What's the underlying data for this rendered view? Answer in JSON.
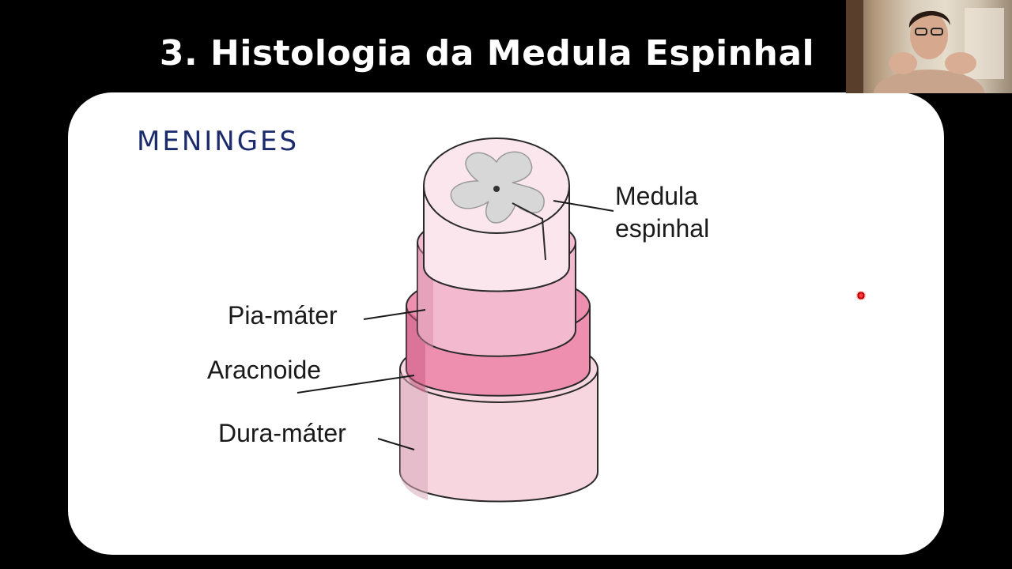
{
  "slide": {
    "title": "3. Histologia da Medula Espinhal",
    "heading": "MENINGES"
  },
  "diagram": {
    "labels": {
      "spinal_cord_line1": "Medula",
      "spinal_cord_line2": "espinhal",
      "pia": "Pia-máter",
      "arachnoid": "Aracnoide",
      "dura": "Dura-máter"
    },
    "colors": {
      "dura": "#f7d6e0",
      "arachnoid": "#ee8fb0",
      "pia": "#f3b9cf",
      "cord": "#fbe6ee",
      "grey_matter": "#d7d7d7"
    }
  },
  "webcam": {
    "icon": "presenter-video-icon"
  }
}
